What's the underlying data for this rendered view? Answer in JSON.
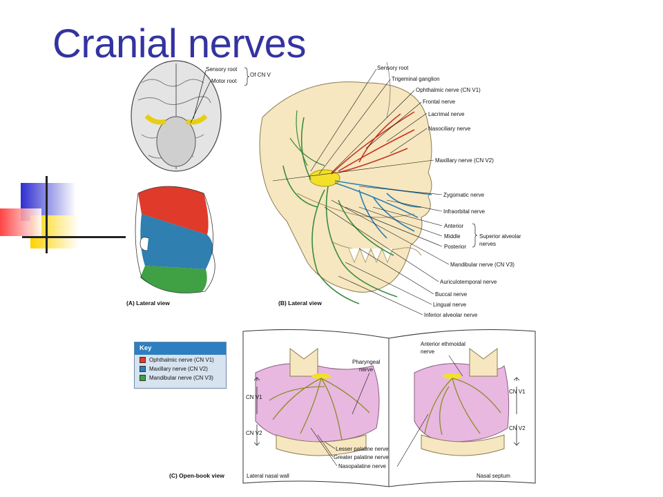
{
  "slide": {
    "title": "Cranial nerves"
  },
  "panel_a": {
    "caption": "(A) Lateral view",
    "labels": {
      "sensory_root": "Sensory root",
      "motor_root": "Motor root",
      "of_cn_v": "Of CN V"
    }
  },
  "key": {
    "title": "Key",
    "items": [
      {
        "label": "Ophthalmic nerve (CN V1)",
        "color": "#e03a2a"
      },
      {
        "label": "Maxillary nerve (CN V2)",
        "color": "#2f7fb0"
      },
      {
        "label": "Mandibular nerve (CN V3)",
        "color": "#3fa044"
      }
    ]
  },
  "panel_b": {
    "caption": "(B) Lateral view",
    "labels": [
      "Sensory root",
      "Trigeminal ganglion",
      "Ophthalmic nerve (CN V1)",
      "Frontal nerve",
      "Lacrimal nerve",
      "Nasociliary nerve",
      "Maxillary nerve (CN V2)",
      "Zygomatic nerve",
      "Infraorbital nerve",
      "Anterior",
      "Middle",
      "Posterior",
      "Mandibular nerve (CN V3)",
      "Auriculotemporal nerve",
      "Buccal nerve",
      "Lingual nerve",
      "Inferior alveolar nerve"
    ],
    "bracket_label": [
      "Superior alveolar",
      "nerves"
    ]
  },
  "panel_c": {
    "caption": "(C) Open-book view",
    "left_caption": "Lateral nasal wall",
    "right_caption": "Nasal septum",
    "labels": {
      "pharyngeal": [
        "Pharyngeal",
        "nerve"
      ],
      "anterior_ethmoidal": [
        "Anterior ethmoidal",
        "nerve"
      ],
      "lesser_palatine": "Lesser palatine nerve",
      "greater_palatine": "Greater palatine nerve",
      "nasopalatine": "Nasopalatine nerve",
      "cn_v1": "CN V1",
      "cn_v2": "CN V2"
    }
  },
  "colors": {
    "title": "#3333a0",
    "ophthalmic": "#e03a2a",
    "maxillary": "#2f7fb0",
    "mandibular": "#3fa044",
    "ganglion": "#f2e02a",
    "bone": "#f6e7c0",
    "mucosa": "#e8b8e0"
  }
}
